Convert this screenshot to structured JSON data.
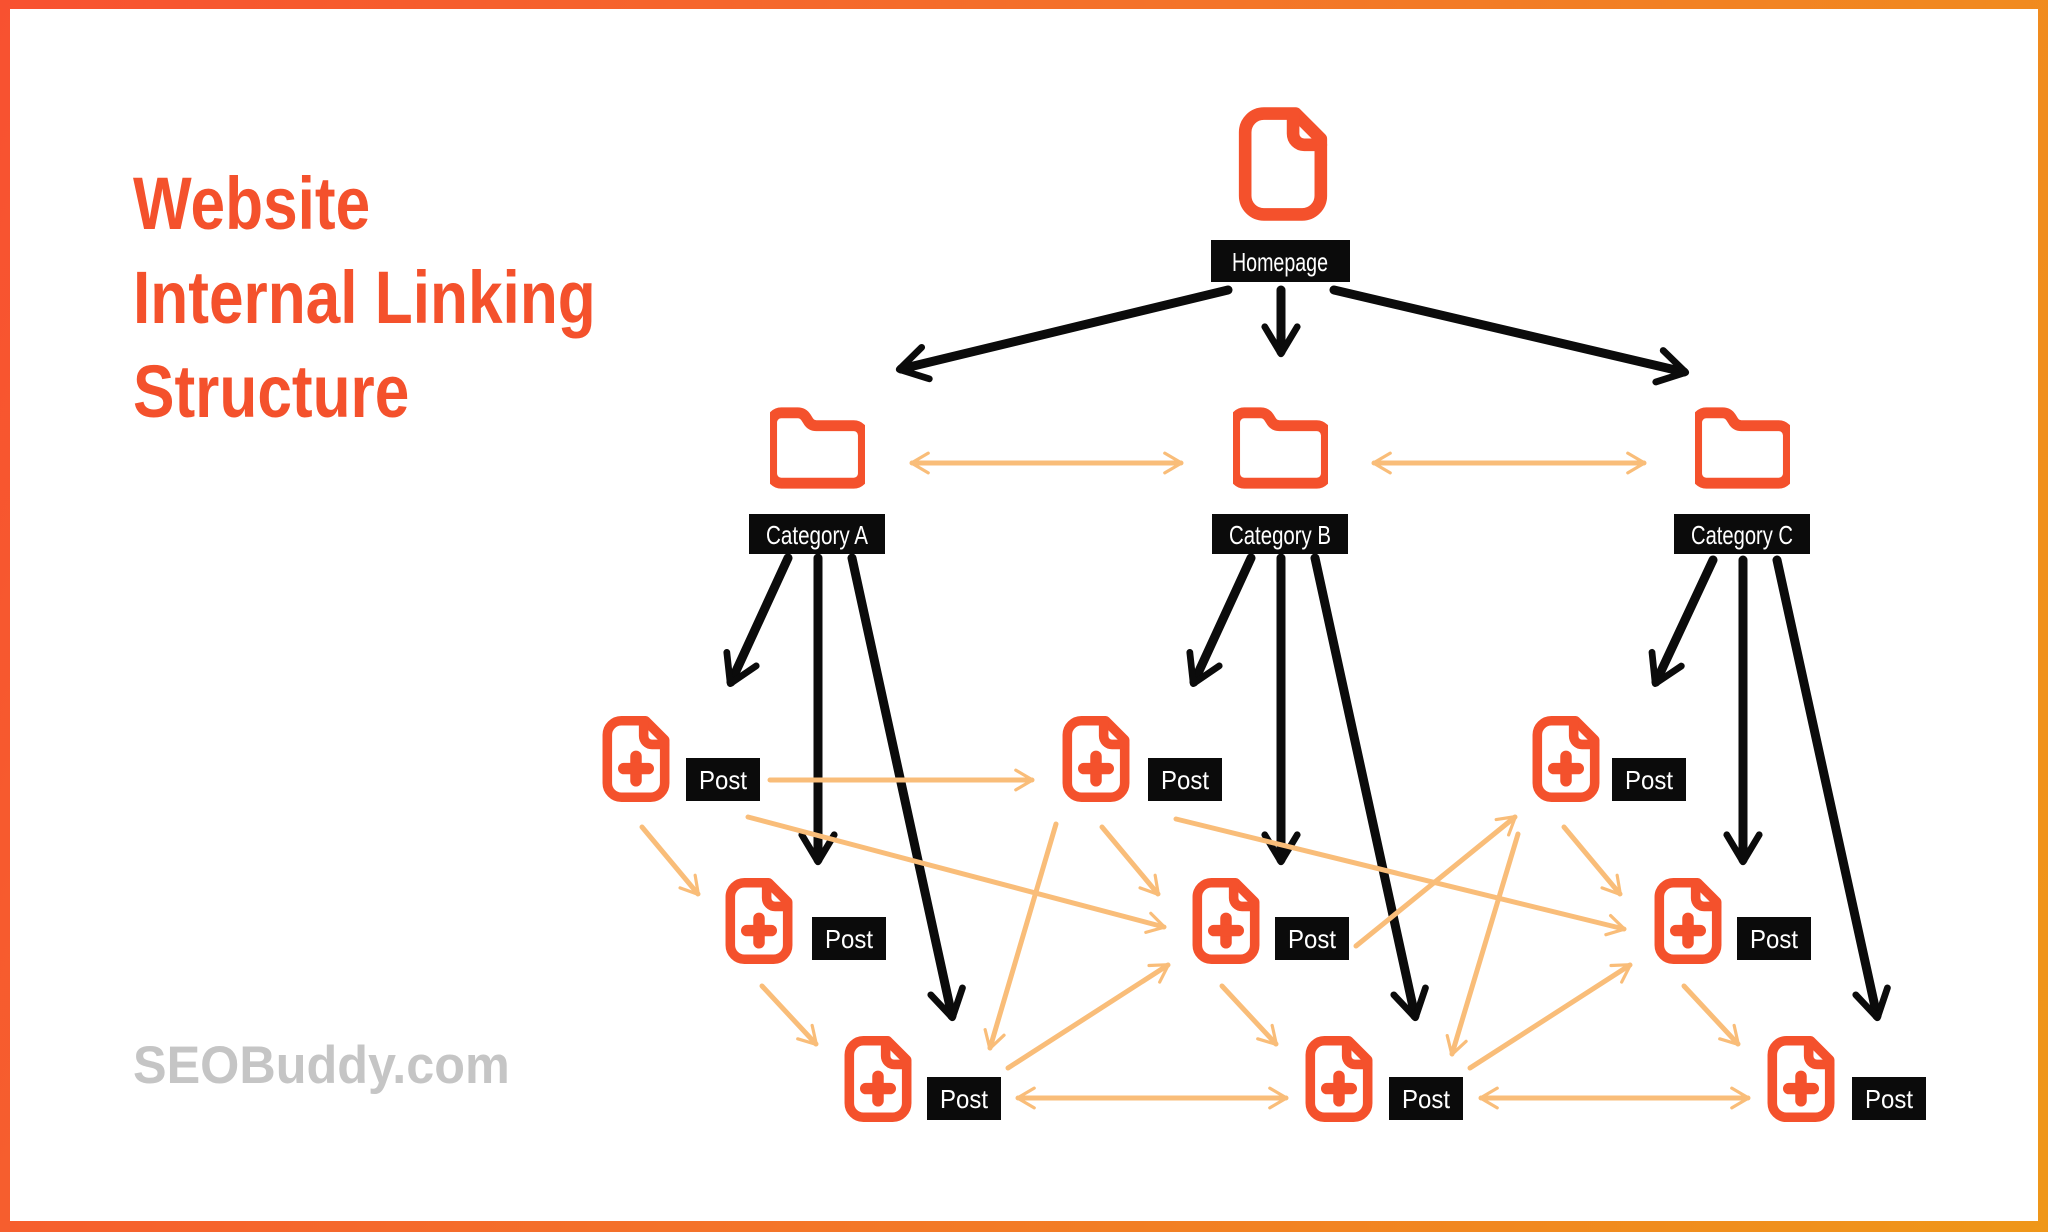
{
  "title": {
    "lines": [
      "Website",
      "Internal Linking",
      "Structure"
    ],
    "color": "#F4512C"
  },
  "watermark": {
    "text": "SEOBuddy.com",
    "color": "#C5C5C5"
  },
  "diagram": {
    "homepage": {
      "label": "Homepage",
      "icon": "document-icon"
    },
    "categories": [
      {
        "label": "Category A",
        "icon": "folder-icon"
      },
      {
        "label": "Category B",
        "icon": "folder-icon"
      },
      {
        "label": "Category C",
        "icon": "folder-icon"
      }
    ],
    "post_label": "Post",
    "post_icon": "file-plus-icon",
    "hierarchy_links": [
      {
        "from": "Homepage",
        "to": "Category A"
      },
      {
        "from": "Homepage",
        "to": "Category B"
      },
      {
        "from": "Homepage",
        "to": "Category C"
      },
      {
        "from": "Category A",
        "to": "Post A1"
      },
      {
        "from": "Category A",
        "to": "Post A2"
      },
      {
        "from": "Category A",
        "to": "Post A3"
      },
      {
        "from": "Category B",
        "to": "Post B1"
      },
      {
        "from": "Category B",
        "to": "Post B2"
      },
      {
        "from": "Category B",
        "to": "Post B3"
      },
      {
        "from": "Category C",
        "to": "Post C1"
      },
      {
        "from": "Category C",
        "to": "Post C2"
      },
      {
        "from": "Category C",
        "to": "Post C3"
      }
    ],
    "internal_links": [
      {
        "from": "Category A",
        "to": "Category B",
        "bidirectional": true
      },
      {
        "from": "Category B",
        "to": "Category C",
        "bidirectional": true
      },
      {
        "from": "Post A1",
        "to": "Post A2",
        "bidirectional": false
      },
      {
        "from": "Post A2",
        "to": "Post A3",
        "bidirectional": false
      },
      {
        "from": "Post B1",
        "to": "Post B2",
        "bidirectional": false
      },
      {
        "from": "Post B2",
        "to": "Post B3",
        "bidirectional": false
      },
      {
        "from": "Post C1",
        "to": "Post C2",
        "bidirectional": false
      },
      {
        "from": "Post C2",
        "to": "Post C3",
        "bidirectional": false
      },
      {
        "from": "Post A1",
        "to": "Post B1",
        "bidirectional": false
      },
      {
        "from": "Post A1",
        "to": "Post B2",
        "bidirectional": false
      },
      {
        "from": "Post A3",
        "to": "Post B2",
        "bidirectional": false
      },
      {
        "from": "Post B1",
        "to": "Post A3",
        "bidirectional": false
      },
      {
        "from": "Post B1",
        "to": "Post C2",
        "bidirectional": false
      },
      {
        "from": "Post B2",
        "to": "Post C1",
        "bidirectional": false
      },
      {
        "from": "Post B3",
        "to": "Post C2",
        "bidirectional": false
      },
      {
        "from": "Post C1",
        "to": "Post B3",
        "bidirectional": false
      },
      {
        "from": "Post A3",
        "to": "Post B3",
        "bidirectional": true
      },
      {
        "from": "Post B3",
        "to": "Post C3",
        "bidirectional": true
      }
    ]
  },
  "colors": {
    "accent": "#F4512C",
    "icon_stroke": "#F4512C",
    "internal_link_arrow": "#F9BD79",
    "hierarchy_arrow": "#0B0B0B",
    "label_background": "#0B0B0B",
    "label_text": "#FFFFFF",
    "watermark_gray": "#C5C5C5",
    "frame_gradient_start": "#F85130",
    "frame_gradient_end": "#EF9719",
    "background": "#FFFFFF"
  }
}
